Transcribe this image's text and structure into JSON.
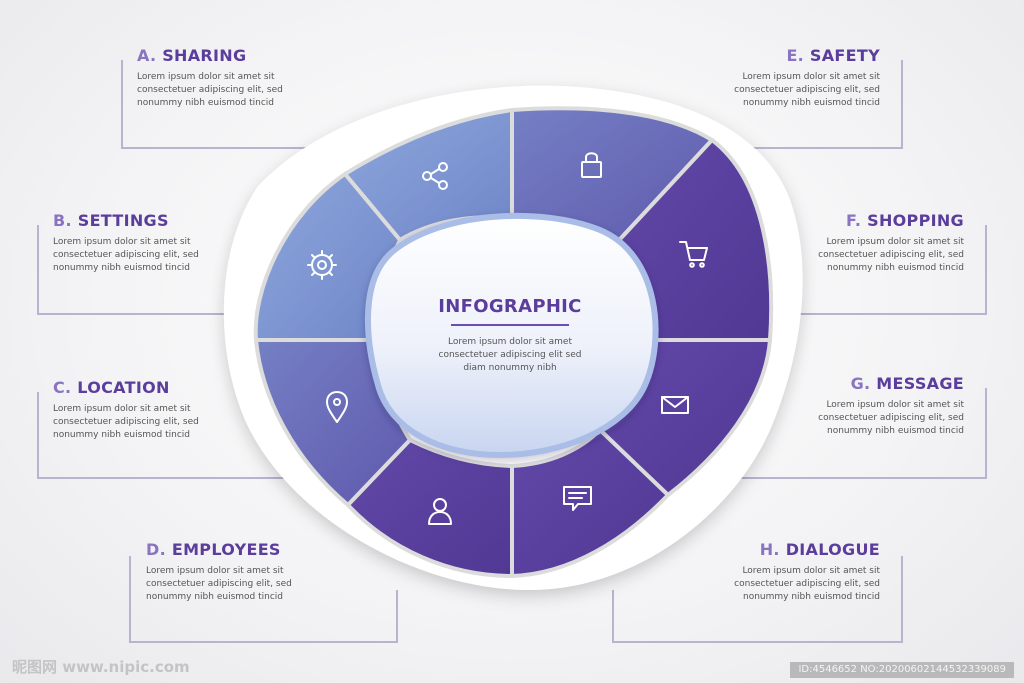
{
  "center": {
    "title": "INFOGRAPHIC",
    "body": [
      "Lorem ipsum dolor sit amet",
      "consectetuer adipiscing elit sed",
      "diam nonummy nibh"
    ]
  },
  "labels": [
    {
      "letter": "A.",
      "name": "SHARING",
      "icon": "share-icon",
      "lines": [
        "Lorem ipsum dolor sit amet sit",
        "consectetuer adipiscing elit, sed",
        "nonummy nibh euismod tincid"
      ]
    },
    {
      "letter": "B.",
      "name": "SETTINGS",
      "icon": "gear-icon",
      "lines": [
        "Lorem ipsum dolor sit amet sit",
        "consectetuer adipiscing elit, sed",
        "nonummy nibh euismod tincid"
      ]
    },
    {
      "letter": "C.",
      "name": "LOCATION",
      "icon": "map-pin-icon",
      "lines": [
        "Lorem ipsum dolor sit amet sit",
        "consectetuer adipiscing elit, sed",
        "nonummy nibh euismod tincid"
      ]
    },
    {
      "letter": "D.",
      "name": "EMPLOYEES",
      "icon": "user-icon",
      "lines": [
        "Lorem ipsum dolor sit amet sit",
        "consectetuer adipiscing elit, sed",
        "nonummy nibh euismod tincid"
      ]
    },
    {
      "letter": "E.",
      "name": "SAFETY",
      "icon": "lock-icon",
      "lines": [
        "Lorem ipsum dolor sit amet sit",
        "consectetuer adipiscing elit, sed",
        "nonummy nibh euismod tincid"
      ]
    },
    {
      "letter": "F.",
      "name": "SHOPPING",
      "icon": "cart-icon",
      "lines": [
        "Lorem ipsum dolor sit amet sit",
        "consectetuer adipiscing elit, sed",
        "nonummy nibh euismod tincid"
      ]
    },
    {
      "letter": "G.",
      "name": "MESSAGE",
      "icon": "envelope-icon",
      "lines": [
        "Lorem ipsum dolor sit amet sit",
        "consectetuer adipiscing elit, sed",
        "nonummy nibh euismod tincid"
      ]
    },
    {
      "letter": "H.",
      "name": "DIALOGUE",
      "icon": "chat-icon",
      "lines": [
        "Lorem ipsum dolor sit amet sit",
        "consectetuer adipiscing elit, sed",
        "nonummy nibh euismod tincid"
      ]
    }
  ],
  "colors": {
    "light_segment": "#7d94d0",
    "mid_segment": "#6a66b6",
    "dark_segment": "#5a3f9e",
    "title": "#5b3d9c",
    "connector": "#b8b3cf"
  },
  "footer": {
    "watermark": "昵图网 www.nipic.com",
    "id": "ID:4546652 NO:20200602144532339089"
  }
}
